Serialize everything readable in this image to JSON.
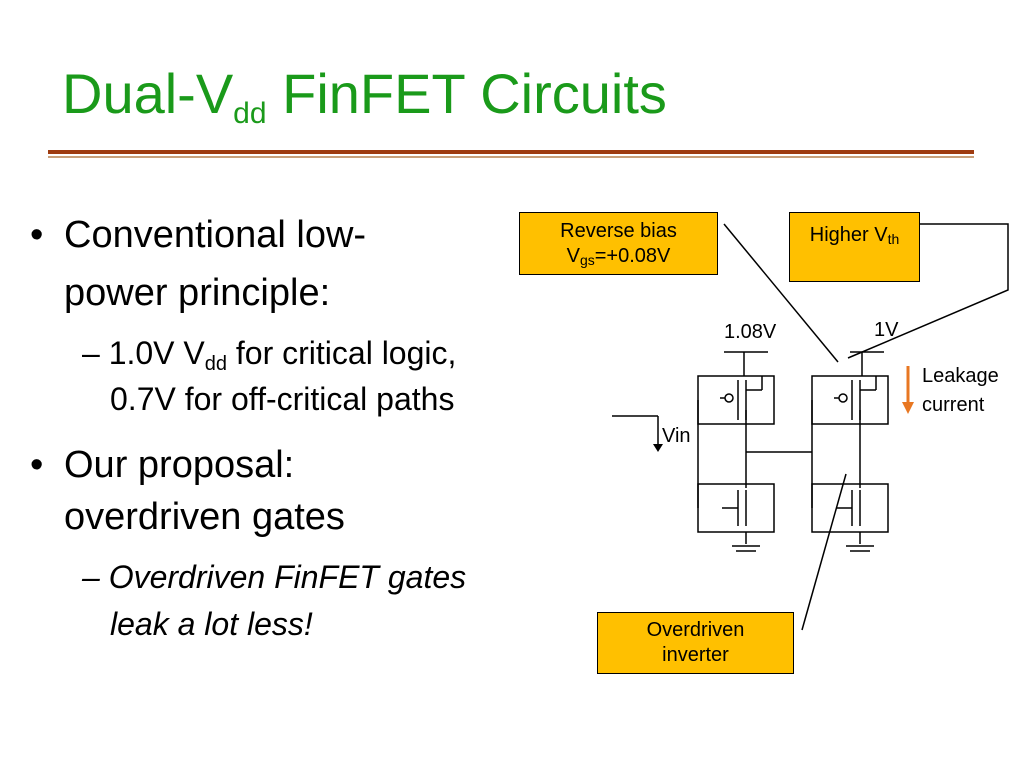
{
  "slide": {
    "title_main": "Dual-V",
    "title_sub": "dd",
    "title_rest": " FinFET Circuits"
  },
  "bullets": {
    "b1_line1": "Conventional low-",
    "b1_line2": "power principle:",
    "b1_sub1_a": "1.0V V",
    "b1_sub1_sub": "dd",
    "b1_sub1_b": " for critical logic,",
    "b1_sub1_line2": "0.7V for off-critical paths",
    "b2_line1": "Our proposal:",
    "b2_line2": "overdriven gates",
    "b2_sub1_line1": "Overdriven FinFET gates",
    "b2_sub1_line2": "leak a lot less!",
    "bullet_char": "•",
    "dash_char": "–"
  },
  "diagram": {
    "reverse_bias_line1": "Reverse bias",
    "reverse_bias_v": "V",
    "reverse_bias_sub": "gs",
    "reverse_bias_value": "=+0.08V",
    "higher_vth_main": "Higher V",
    "higher_vth_sub": "th",
    "overdriven_line1": "Overdriven",
    "overdriven_line2": "inverter",
    "label_108v": "1.08V",
    "label_1v": "1V",
    "label_vin": "Vin",
    "leakage_line1": "Leakage",
    "leakage_line2": "current"
  },
  "colors": {
    "title": "#1a9a1a",
    "callout_fill": "#ffc000",
    "rule": "#9e3b10",
    "leakage_arrow": "#e87722"
  }
}
